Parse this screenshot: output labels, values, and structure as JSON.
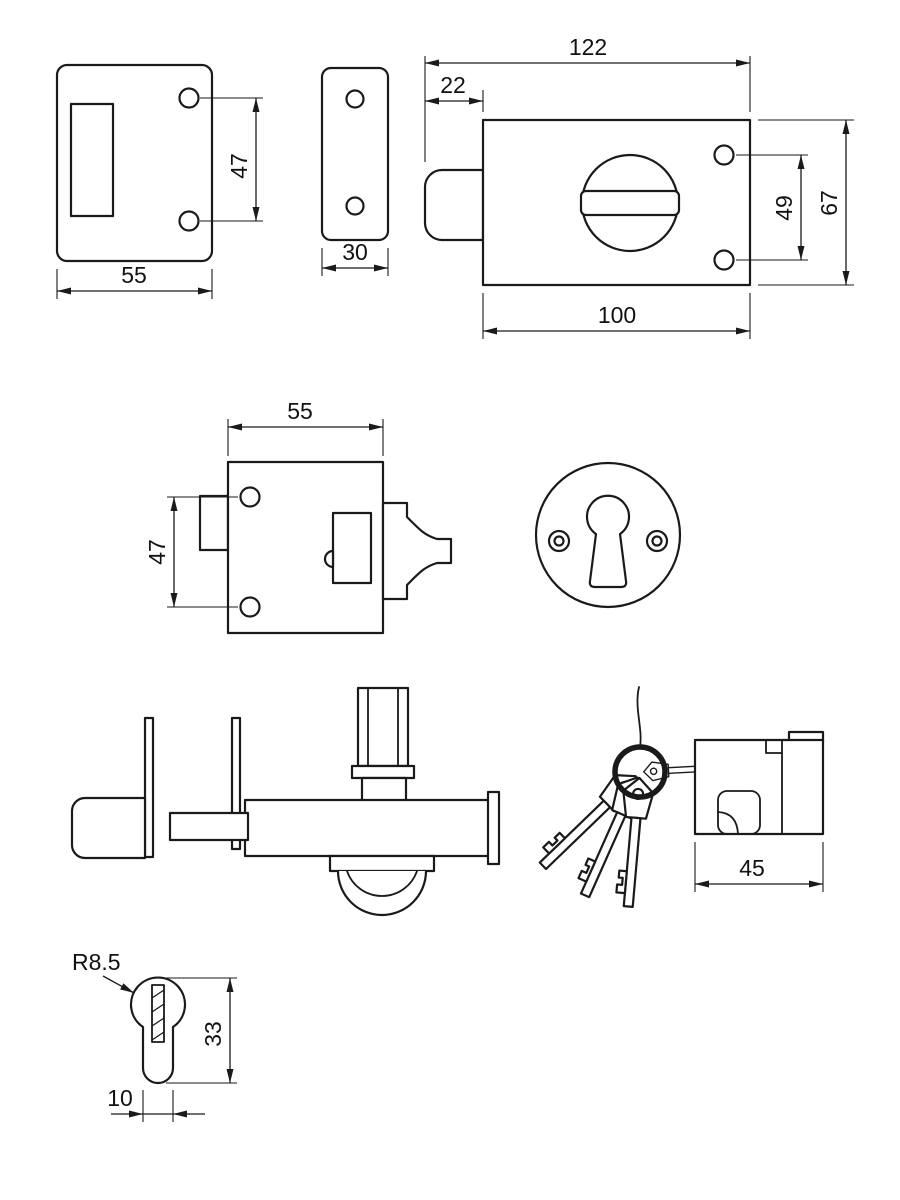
{
  "style": {
    "line_color": "#1a1a1a",
    "background": "#ffffff"
  },
  "views": {
    "keep_front": {
      "width": "55",
      "hole_spacing": "47"
    },
    "keep_side": {
      "width": "30"
    },
    "lock_front": {
      "total_width": "122",
      "bolt_section": "22",
      "screw_spacing": "49",
      "height": "67",
      "body_width": "100"
    },
    "lock_case": {
      "width": "55",
      "hole_spacing": "47"
    },
    "cylinder": {
      "length": "45"
    },
    "cylinder_profile": {
      "radius": "R8.5",
      "height": "33",
      "width": "10"
    }
  }
}
